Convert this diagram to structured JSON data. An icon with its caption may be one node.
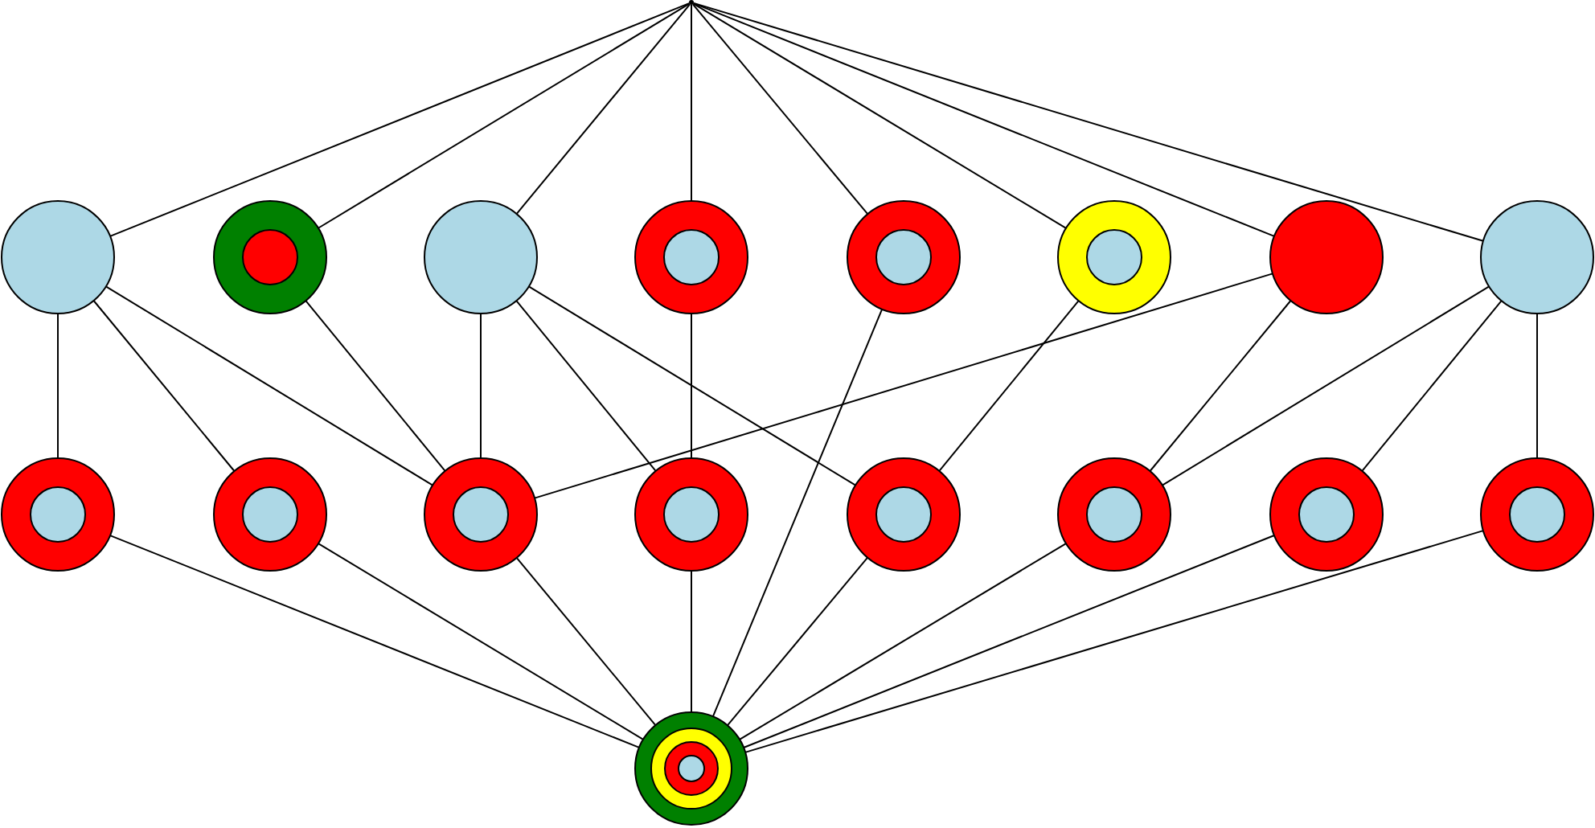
{
  "diagram": {
    "nodes": [
      {
        "text": [],
        "shape": "dot"
      },
      {
        "text": [],
        "shape": "circle"
      },
      {
        "text": [],
        "shape": "circle"
      },
      {
        "text": [],
        "shape": "circle"
      },
      {
        "text": [],
        "shape": "circle"
      },
      {
        "text": [],
        "shape": "circle"
      },
      {
        "text": [],
        "shape": "circle"
      },
      {
        "text": [],
        "shape": "circle"
      },
      {
        "text": [],
        "shape": "circle"
      },
      {
        "text": [],
        "shape": "circle"
      },
      {
        "text": [],
        "shape": "circle"
      },
      {
        "text": [],
        "shape": "circle"
      },
      {
        "text": [],
        "shape": "circle"
      },
      {
        "text": [],
        "shape": "circle"
      },
      {
        "text": [],
        "shape": "circle"
      },
      {
        "text": [],
        "shape": "circle"
      },
      {
        "text": [],
        "shape": "circle"
      },
      {
        "text": [],
        "shape": "circle"
      }
    ],
    "edges": [
      {
        "from": 0,
        "to": 1,
        "arrow": "none"
      },
      {
        "from": 0,
        "to": 2,
        "arrow": "none"
      },
      {
        "from": 0,
        "to": 3,
        "arrow": "none"
      },
      {
        "from": 0,
        "to": 4,
        "arrow": "none"
      },
      {
        "from": 0,
        "to": 5,
        "arrow": "none"
      },
      {
        "from": 0,
        "to": 6,
        "arrow": "none"
      },
      {
        "from": 0,
        "to": 7,
        "arrow": "none"
      },
      {
        "from": 0,
        "to": 8,
        "arrow": "none"
      },
      {
        "from": 1,
        "to": 9,
        "arrow": "none"
      },
      {
        "from": 1,
        "to": 10,
        "arrow": "none"
      },
      {
        "from": 1,
        "to": 11,
        "arrow": "none"
      },
      {
        "from": 2,
        "to": 11,
        "arrow": "none"
      },
      {
        "from": 3,
        "to": 11,
        "arrow": "none"
      },
      {
        "from": 3,
        "to": 12,
        "arrow": "none"
      },
      {
        "from": 3,
        "to": 13,
        "arrow": "none"
      },
      {
        "from": 4,
        "to": 12,
        "arrow": "none"
      },
      {
        "from": 5,
        "to": 17,
        "arrow": "none"
      },
      {
        "from": 6,
        "to": 13,
        "arrow": "none"
      },
      {
        "from": 7,
        "to": 11,
        "arrow": "none"
      },
      {
        "from": 7,
        "to": 14,
        "arrow": "none"
      },
      {
        "from": 8,
        "to": 14,
        "arrow": "none"
      },
      {
        "from": 8,
        "to": 15,
        "arrow": "none"
      },
      {
        "from": 8,
        "to": 16,
        "arrow": "none"
      },
      {
        "from": 9,
        "to": 17,
        "arrow": "none"
      },
      {
        "from": 10,
        "to": 17,
        "arrow": "none"
      },
      {
        "from": 11,
        "to": 17,
        "arrow": "none"
      },
      {
        "from": 12,
        "to": 17,
        "arrow": "none"
      },
      {
        "from": 13,
        "to": 17,
        "arrow": "none"
      },
      {
        "from": 14,
        "to": 17,
        "arrow": "none"
      },
      {
        "from": 15,
        "to": 17,
        "arrow": "none"
      },
      {
        "from": 16,
        "to": 17,
        "arrow": "none"
      }
    ]
  }
}
